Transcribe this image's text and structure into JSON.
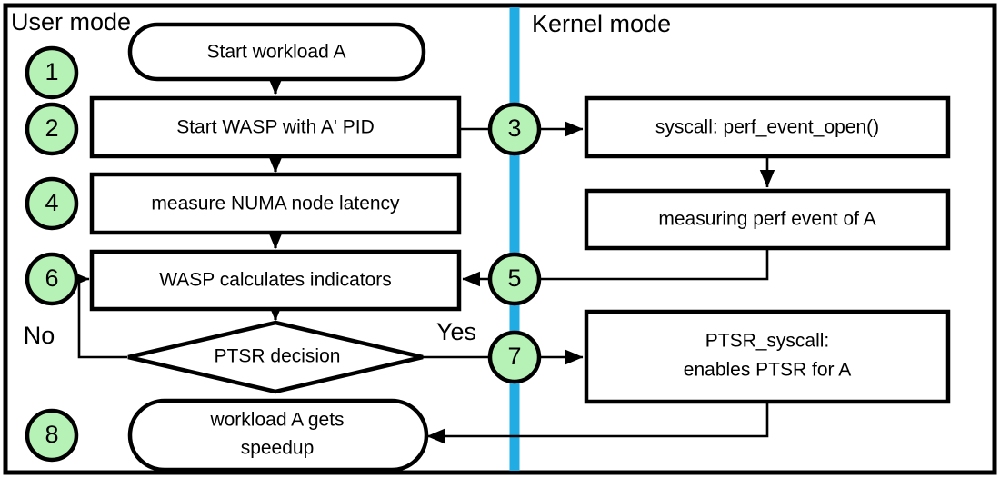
{
  "diagram": {
    "title_regions": {
      "user_mode": "User mode",
      "kernel_mode": "Kernel mode"
    },
    "colors": {
      "step_circle_fill": "#b6f2b6",
      "divider_blue": "#22ace4",
      "stroke": "#000000",
      "node_fill": "#ffffff"
    },
    "steps": [
      {
        "id": "1",
        "label": "1"
      },
      {
        "id": "2",
        "label": "2"
      },
      {
        "id": "3",
        "label": "3"
      },
      {
        "id": "4",
        "label": "4"
      },
      {
        "id": "5",
        "label": "5"
      },
      {
        "id": "6",
        "label": "6"
      },
      {
        "id": "7",
        "label": "7"
      },
      {
        "id": "8",
        "label": "8"
      }
    ],
    "nodes": [
      {
        "id": "start-workload",
        "shape": "stadium",
        "side": "user",
        "text": "Start workload A"
      },
      {
        "id": "start-wasp",
        "shape": "rect",
        "side": "user",
        "text": "Start WASP with A' PID"
      },
      {
        "id": "measure-numa",
        "shape": "rect",
        "side": "user",
        "text": "measure NUMA node latency"
      },
      {
        "id": "wasp-calculates",
        "shape": "rect",
        "side": "user",
        "text": "WASP calculates indicators"
      },
      {
        "id": "ptsr-decision",
        "shape": "diamond",
        "side": "user",
        "text": "PTSR decision"
      },
      {
        "id": "workload-speedup",
        "shape": "stadium",
        "side": "user",
        "line1": "workload A gets",
        "line2": "speedup"
      },
      {
        "id": "perf-event-open",
        "shape": "rect",
        "side": "kernel",
        "text": "syscall: perf_event_open()"
      },
      {
        "id": "measuring-perf",
        "shape": "rect",
        "side": "kernel",
        "text": "measuring perf event of A"
      },
      {
        "id": "ptsr-syscall",
        "shape": "rect",
        "side": "kernel",
        "line1": "PTSR_syscall:",
        "line2": "enables PTSR for A"
      }
    ],
    "branch_labels": {
      "no": "No",
      "yes": "Yes"
    }
  }
}
